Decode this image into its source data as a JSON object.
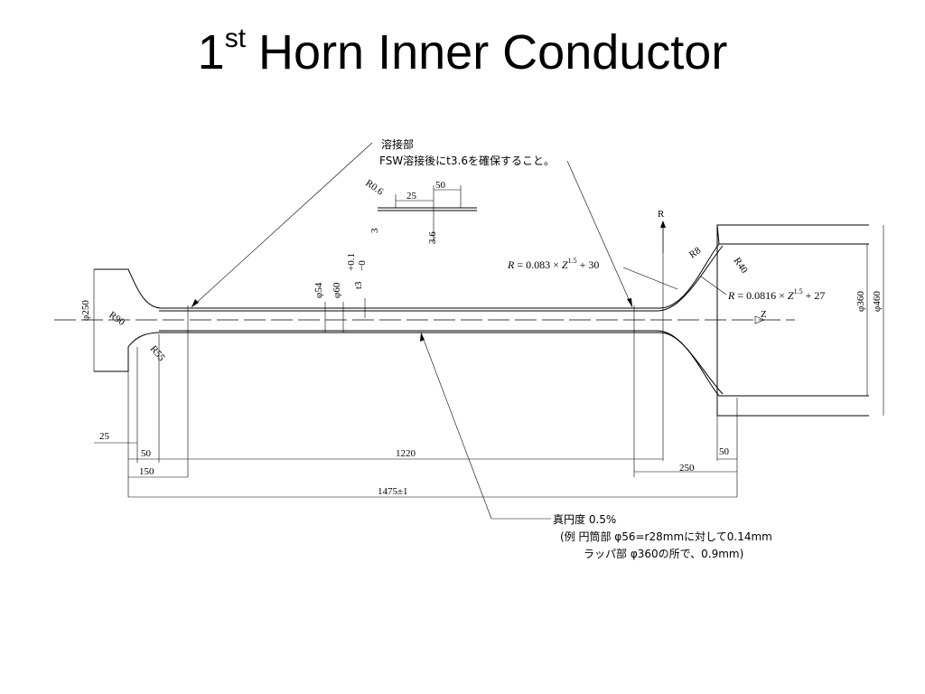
{
  "title": {
    "prefix": "1",
    "sup": "st",
    "rest": "Horn Inner Conductor"
  },
  "weld": {
    "label": "溶接部",
    "note": "FSW溶接後にt3.6を確保すること。",
    "r06": "R0.6",
    "d25": "25",
    "d50": "50",
    "d3": "3",
    "d36": "3.6"
  },
  "axes": {
    "r": "R",
    "z": "Z"
  },
  "dims": {
    "phi54": "φ54",
    "phi60": "φ60",
    "t3": "t3",
    "tol_upper": "+0.1",
    "tol_lower": "−0",
    "phi250": "φ250",
    "phi360": "φ360",
    "phi460": "φ460",
    "r90": "R90",
    "r55": "R55",
    "r8": "R8",
    "r40": "R40",
    "d25": "25",
    "d50_left": "50",
    "d150": "150",
    "d1220": "1220",
    "d1475": "1475±1",
    "d50_right": "50",
    "d250": "250"
  },
  "formulas": {
    "f1": {
      "lhs": "R",
      "eq": " = 0.083 × ",
      "z": "Z",
      "exp": "1.5",
      "rest": " + 30"
    },
    "f2": {
      "lhs": "R",
      "eq": " = 0.0816 × ",
      "z": "Z",
      "exp": "1.5",
      "rest": " + 27"
    }
  },
  "roundness": {
    "line1": "真円度 0.5%",
    "line2": "(例 円筒部 φ56=r28mmに対して0.14mm",
    "line3": "ラッパ部 φ360の所で、0.9mm)"
  }
}
